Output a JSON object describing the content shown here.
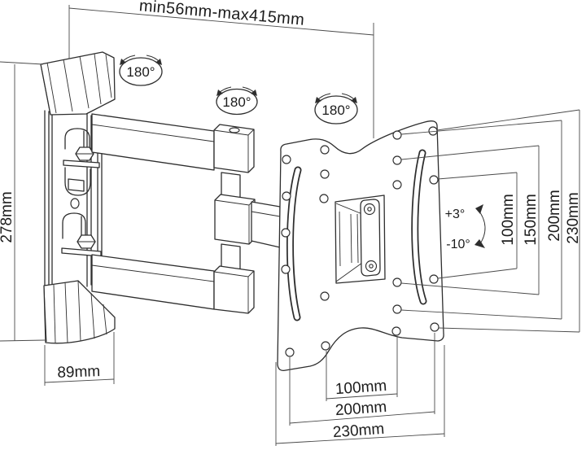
{
  "diagram": {
    "subject": "Articulating TV wall mount dimension drawing",
    "background": "#ffffff",
    "line_color": "#2e2e2e",
    "labels": {
      "extension_range": "min56mm-max415mm",
      "wall_bracket_height": "278mm",
      "wall_bracket_depth": "89mm",
      "swivel_angles": [
        "180°",
        "180°",
        "180°"
      ],
      "tilt_up": "+3°",
      "tilt_down": "-10°",
      "plate_width_dims": [
        "100mm",
        "200mm",
        "230mm"
      ],
      "plate_height_dims": [
        "100mm",
        "150mm",
        "200mm",
        "230mm"
      ]
    }
  }
}
